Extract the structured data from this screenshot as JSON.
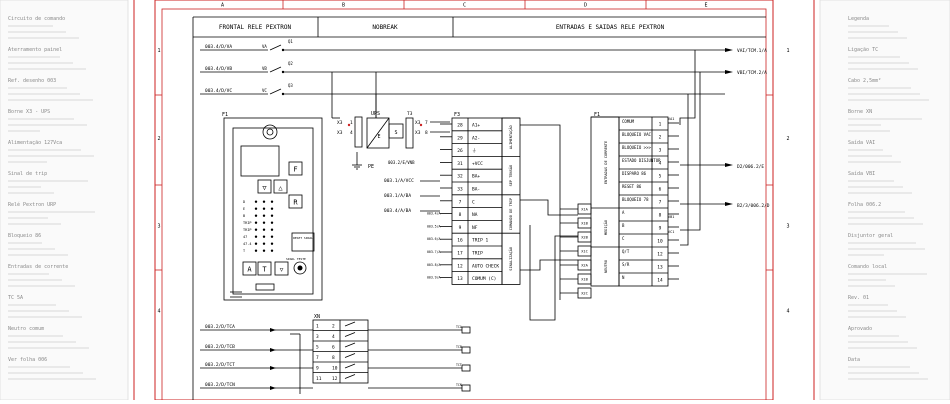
{
  "zones": [
    "A",
    "B",
    "C",
    "D",
    "E"
  ],
  "rows": [
    "1",
    "2",
    "3",
    "4"
  ],
  "header": {
    "frontal": "FRONTAL RELE PEXTRON",
    "nobreak": "NOBREAK",
    "entradas": "ENTRADAS E SAIDAS RELE PEXTRON"
  },
  "left_inputs": [
    "003.4/D/VA",
    "003.4/D/VB",
    "003.4/D/VC"
  ],
  "right_outputs": {
    "vai": "VAI/TCM.1/A",
    "vbi": "VBI/TCM.2/A",
    "d2": "D2/006.2/E",
    "b2": "B2/3/006.2/D"
  },
  "relay_front": {
    "tag": "F1",
    "keys": [
      "F",
      "R"
    ],
    "arrows": [
      "▽",
      "△",
      "◁",
      "▷"
    ],
    "bottom_keys": [
      "A",
      "T"
    ],
    "reset_label": "RESET SINAL",
    "test_label": "SINAL TESTE",
    "led_labels": [
      "D",
      "E",
      "B",
      "TRIP",
      "TRIP",
      "47",
      "47.4",
      "T"
    ]
  },
  "ups": {
    "tag": "UPS",
    "x3_label": "X3",
    "pins_left": [
      "1",
      "4"
    ],
    "pins_right": [
      "7",
      "8"
    ],
    "pe": "PE",
    "e": "E",
    "s": "S",
    "t3": "T3"
  },
  "f3_block": {
    "tag": "F3",
    "signals": [
      "003.1/A/VCC",
      "003.1/A/BA",
      "003.4/A/BA"
    ],
    "rows": [
      {
        "n": "28",
        "label": "A1+"
      },
      {
        "n": "29",
        "label": "A2-"
      },
      {
        "n": "26",
        "label": "⏚"
      },
      {
        "n": "31",
        "label": "+VCC"
      },
      {
        "n": "32",
        "label": "BA+"
      },
      {
        "n": "33",
        "label": "BA-"
      },
      {
        "n": "7",
        "label": "C"
      },
      {
        "n": "8",
        "label": "NA"
      },
      {
        "n": "9",
        "label": "NF"
      },
      {
        "n": "16",
        "label": "TRIP 1"
      },
      {
        "n": "17",
        "label": "TRIP"
      },
      {
        "n": "12",
        "label": "AUTO CHECK"
      },
      {
        "n": "13",
        "label": "COMUM (C)"
      }
    ],
    "groups": [
      "ALIMENTAÇÃO",
      "SEP TENSÃO",
      "COMANDO DE TRIP",
      "SINALIZAÇÃO"
    ]
  },
  "f1_block": {
    "tag": "F1",
    "x_pins": [
      "X1A",
      "X1B",
      "X2B",
      "X1C",
      "X2A",
      "X1B",
      "X2C"
    ],
    "groups": [
      "ENTRADAS DE CORRENTE",
      "MEDIÇÃO",
      "NEUTRO"
    ],
    "rows": [
      {
        "n": "1",
        "label": "COMUM"
      },
      {
        "n": "2",
        "label": "BLOQUEIO VAC"
      },
      {
        "n": "3",
        "label": "BLOQUEIO >>>"
      },
      {
        "n": "4",
        "label": "ESTADO DISJUNTOR"
      },
      {
        "n": "5",
        "label": "DISPARO 86"
      },
      {
        "n": "6",
        "label": "RESET 86"
      },
      {
        "n": "7",
        "label": "BLOQUEIO 78"
      },
      {
        "n": "8",
        "label": "A"
      },
      {
        "n": "9",
        "label": "B"
      },
      {
        "n": "10",
        "label": "C"
      },
      {
        "n": "12",
        "label": "Q/T"
      },
      {
        "n": "13",
        "label": "S/R"
      },
      {
        "n": "14",
        "label": "N"
      }
    ]
  },
  "xn": {
    "tag": "XN",
    "pins": [
      "1",
      "2",
      "3",
      "4",
      "5",
      "6",
      "7",
      "8",
      "9",
      "10",
      "11",
      "12"
    ],
    "inputs": [
      "003.2/D/TCA",
      "003.2/D/TCB",
      "003.2/D/TCT",
      "003.2/D/TCN"
    ]
  },
  "side_notes_left": [
    "Circuito de comando",
    "Aterramento painel",
    "Ref. desenho 003",
    "Borne X3 - UPS",
    "Alimentação 127Vca",
    "Sinal de trip",
    "Relé Pextron URP",
    "Bloqueio 86",
    "Entradas de corrente",
    "TC 5A",
    "Neutro comum",
    "Ver folha 006"
  ],
  "side_notes_right": [
    "Legenda",
    "Ligação TC",
    "Cabo 2,5mm²",
    "Borne XN",
    "Saída VAI",
    "Saída VBI",
    "Folha 006.2",
    "Disjuntor geral",
    "Comando local",
    "Rev. 01",
    "Aprovado",
    "Data"
  ]
}
